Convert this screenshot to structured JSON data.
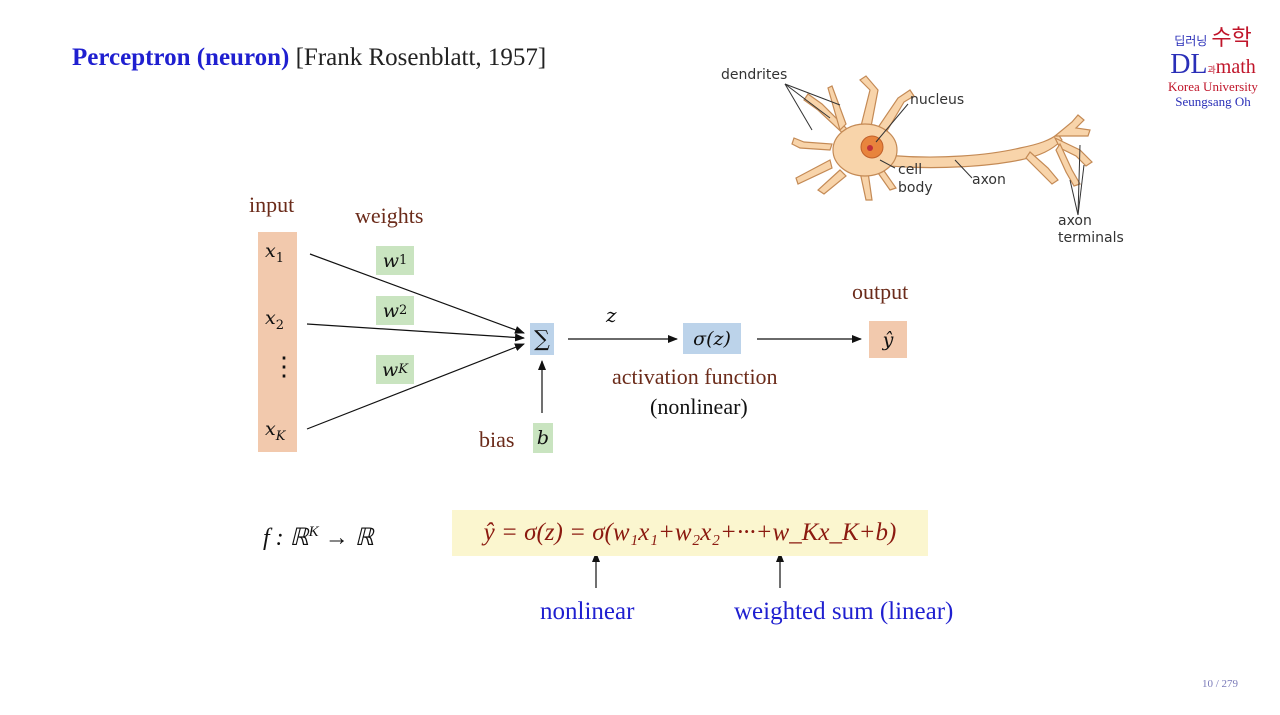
{
  "header": {
    "title_main": "Perceptron (neuron)",
    "title_ref": "[Frank Rosenblatt, 1957]"
  },
  "logo": {
    "korean_top": "딥러닝",
    "korean_connector": "과",
    "korean_math": "수학",
    "dl": "DL",
    "math": "math",
    "university": "Korea University",
    "author": "Seungsang Oh"
  },
  "neuron_figure": {
    "labels": {
      "dendrites": "dendrites",
      "nucleus": "nucleus",
      "cell": "cell",
      "body": "body",
      "axon": "axon",
      "axon_terminals_1": "axon",
      "axon_terminals_2": "terminals"
    }
  },
  "diagram": {
    "input_label": "input",
    "weights_label": "weights",
    "inputs": [
      "x₁",
      "x₂",
      "xK"
    ],
    "input_subs": [
      "1",
      "2",
      "K"
    ],
    "dots": "⋮",
    "weights": [
      "w",
      "w",
      "w"
    ],
    "weight_subs": [
      "1",
      "2",
      "K"
    ],
    "sum_symbol": "∑",
    "z_label": "z",
    "activation": "σ(z)",
    "activation_label": "activation function",
    "activation_note": "(nonlinear)",
    "output_label": "output",
    "output_symbol": "ŷ",
    "bias_label": "bias",
    "bias_symbol": "b"
  },
  "formulas": {
    "mapping": "f : ℝ",
    "mapping_sup": "K",
    "mapping_tail": " → ℝ",
    "main": "ŷ = σ(z) = σ(w₁x₁+w₂x₂+···+w_Kx_K+b)",
    "nonlinear": "nonlinear",
    "weighted_sum": "weighted sum (linear)"
  },
  "footer": {
    "page": "10 / 279"
  }
}
